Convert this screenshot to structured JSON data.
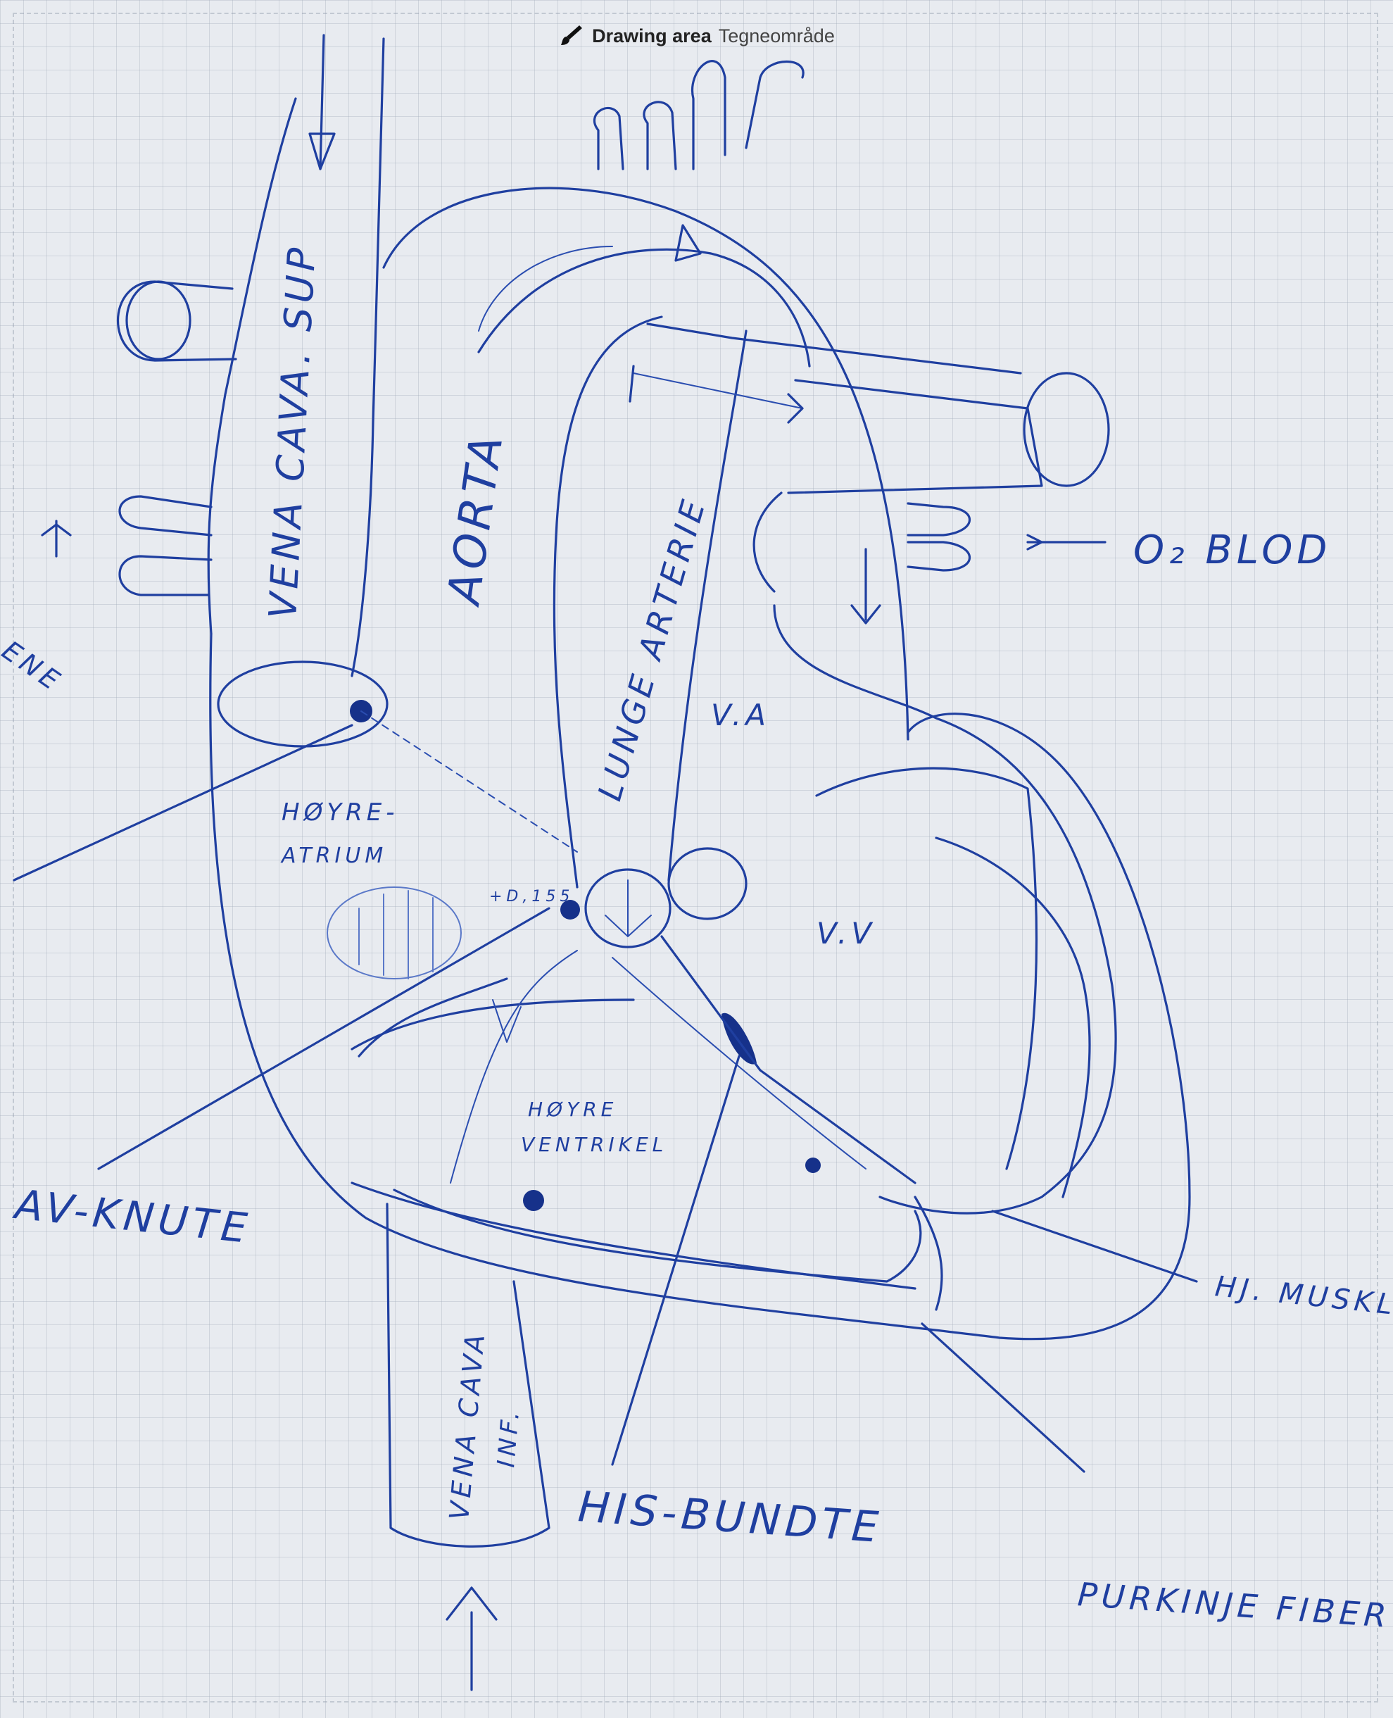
{
  "header": {
    "title": "Drawing area",
    "subtitle": "Tegneområde",
    "icon": "brush-icon"
  },
  "labels": {
    "vena_cava_sup": "VENA CAVA. SUP",
    "aorta": "AORTA",
    "lunge_arterie": "LUNGE ARTERIE",
    "o2_blod": "O₂ BLOD",
    "va": "V.A",
    "vv": "V.V",
    "hoyre_atrium_1": "HØYRE-",
    "hoyre_atrium_2": "ATRIUM",
    "sinus": "+D,155",
    "hoyre_ventrikel_1": "HØYRE",
    "hoyre_ventrikel_2": "VENTRIKEL",
    "av_knute": "AV-KNUTE",
    "hj_muskel": "HJ. MUSKLA",
    "vena_cava_inf_1": "VENA CAVA",
    "vena_cava_inf_2": "INF.",
    "his_bundte": "HIS-BUNDTE",
    "purkinje": "PURKINJE FIBER",
    "vene_fragment": "ENE"
  },
  "colors": {
    "ink": "#1f3fa0",
    "paper": "#e8ebf0"
  }
}
